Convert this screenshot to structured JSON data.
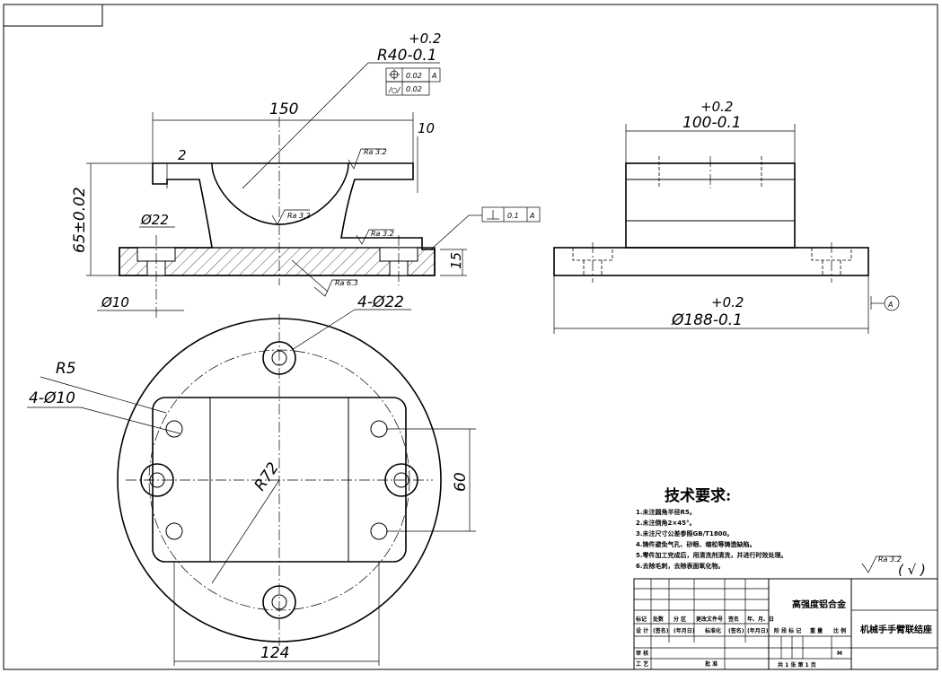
{
  "dimensions": {
    "arc_tol_upper": "+0.2",
    "arc_radius": "R40-0.1",
    "position_tol": "0.02",
    "datum_a": "A",
    "cyl_tol": "0.02",
    "width_150": "150",
    "step_2": "2",
    "step_10": "10",
    "height_65": "65±0.02",
    "hole_d22": "Ø22",
    "hole_d10": "Ø10",
    "base_15": "15",
    "perp_tol": "0.1",
    "perp_datum": "A",
    "ra32_a": "Ra 3.2",
    "ra32_b": "Ra 3.2",
    "ra32_c": "Ra 3.2",
    "ra63": "Ra 6.3",
    "side_tol_upper": "+0.2",
    "side_width": "100-0.1",
    "dia_tol_upper": "+0.2",
    "dia_188": "Ø188-0.1",
    "datum_marker": "A",
    "holes_4_22": "4-Ø22",
    "r5": "R5",
    "holes_4_10": "4-Ø10",
    "r72": "R72",
    "width_60": "60",
    "width_124": "124"
  },
  "notes": {
    "title": "技术要求:",
    "lines": [
      "1.未注圆角半径R5。",
      "2.未注倒角2×45°。",
      "3.未注尺寸公差参照GB/T1800。",
      "4.铸件避免气孔、砂眼、缩松等铸造缺陷。",
      "5.零件加工完成后，用清洗剂清洗，并进行时效处理。",
      "6.去除毛刺，去除表面氧化物。"
    ],
    "surface_default": "Ra 3.2",
    "surface_other": "( √ )"
  },
  "title_block": {
    "material": "高强度铝合金",
    "part_name": "机械手手臂联结座",
    "headers_row1": [
      "标记",
      "处数",
      "分 区",
      "更改文件号",
      "签名",
      "年、月、日"
    ],
    "headers_row2": [
      "设 计",
      "(签名)",
      "(年月日)",
      "标准化",
      "(签名)",
      "(年月日)"
    ],
    "stage_headers": [
      "阶 段 标 记",
      "重 量",
      "比 例"
    ],
    "scale_value": "M",
    "review": "审 核",
    "process": "工 艺",
    "approve": "批 准",
    "sheets": "共 1 张   第 1 页"
  }
}
